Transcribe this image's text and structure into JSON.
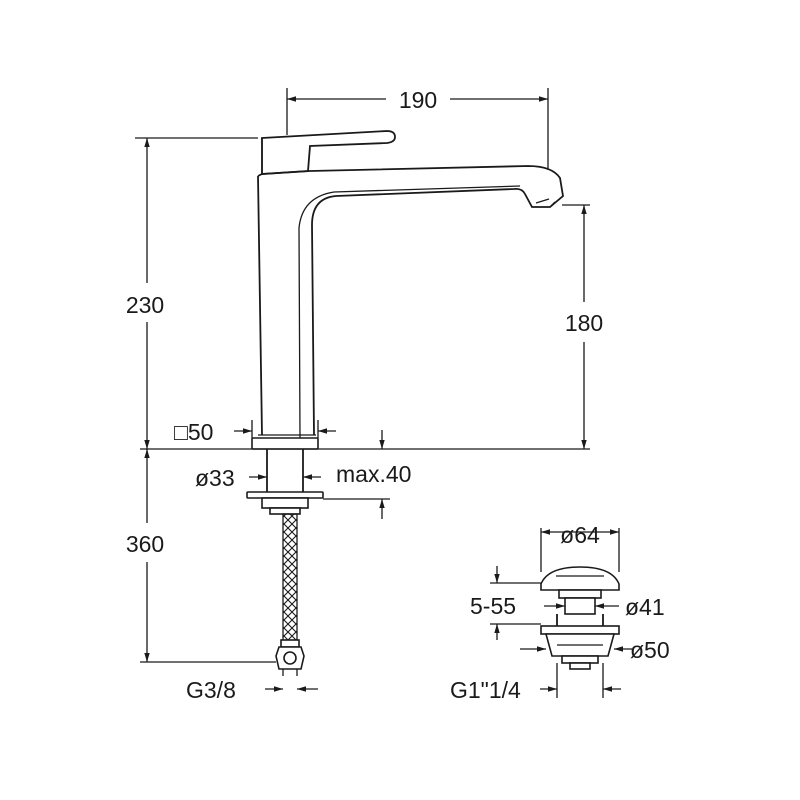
{
  "faucet": {
    "dims": {
      "spout_reach": "190",
      "total_height": "230",
      "spout_height": "180",
      "base_square": "□50",
      "shank_diameter": "ø33",
      "max_thickness": "max.40",
      "hose_length": "360",
      "hose_connection": "G3/8"
    }
  },
  "waste": {
    "dims": {
      "cap_diameter": "ø64",
      "body_diameter": "ø41",
      "flange_diameter": "ø50",
      "range": "5-55",
      "thread": "G1\"1/4"
    }
  }
}
